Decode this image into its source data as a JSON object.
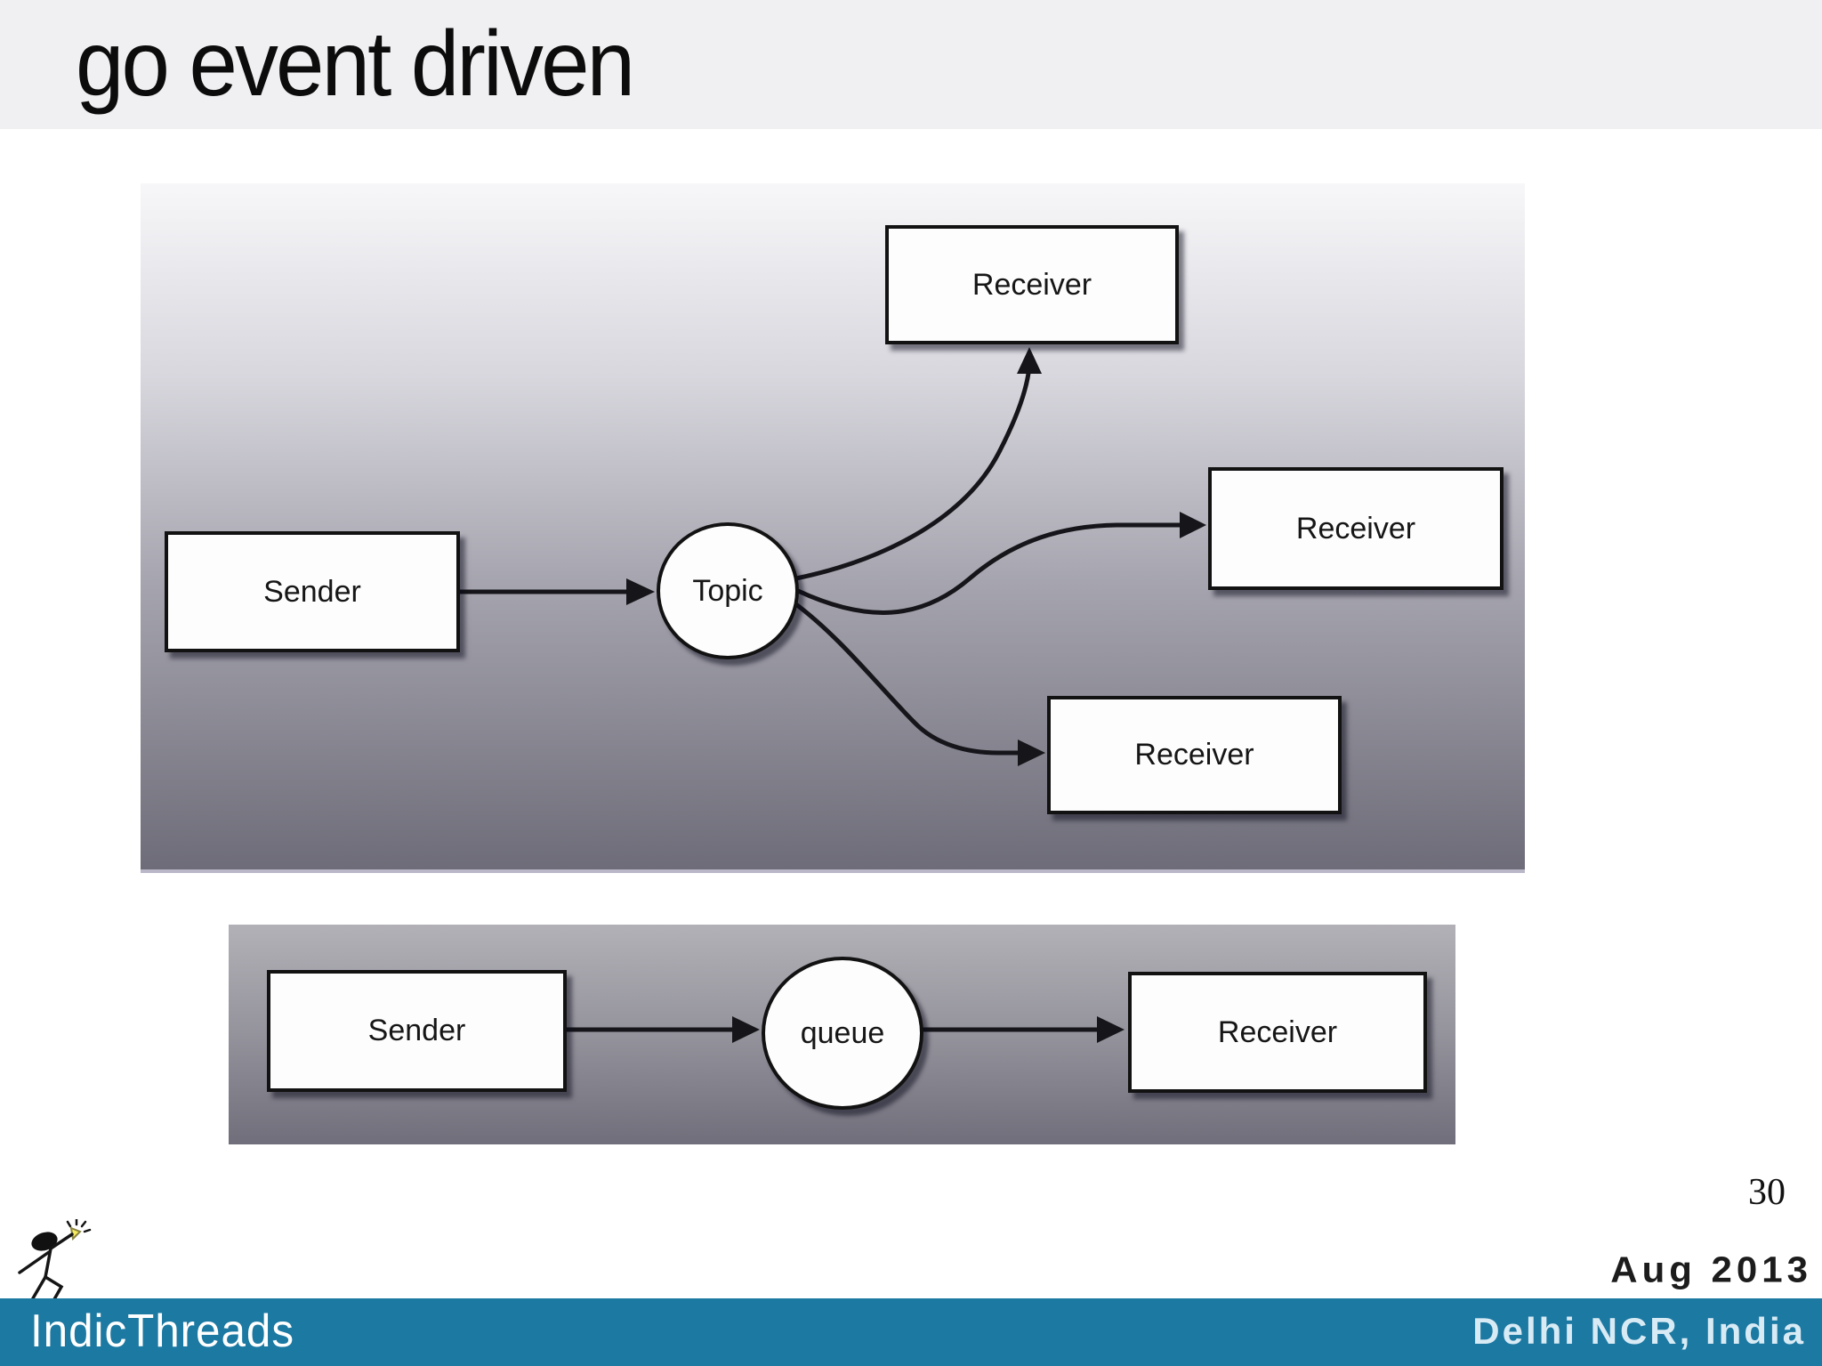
{
  "title": "go event driven",
  "page_number": "30",
  "diagrams": {
    "pubsub": {
      "sender_label": "Sender",
      "hub_label": "Topic",
      "receiver_labels": [
        "Receiver",
        "Receiver",
        "Receiver"
      ]
    },
    "queue": {
      "sender_label": "Sender",
      "hub_label": "queue",
      "receiver_label": "Receiver"
    }
  },
  "footer": {
    "brand": "IndicThreads",
    "date": "Aug 2013",
    "location": "Delhi NCR, India"
  },
  "icons": {
    "logo": "stick-figure-lightbulb-icon"
  },
  "colors": {
    "title_band": "#f0eff1",
    "footer_bar": "#1c79a2",
    "panel_gradient_top": "#f7f7f9",
    "panel_gradient_bottom": "#6d6c78",
    "node_fill": "#fdfdfe",
    "node_border": "#121212",
    "arrow": "#15151a",
    "bulb_yellow": "#f5ec5d",
    "location_text": "#d8ebf5"
  }
}
